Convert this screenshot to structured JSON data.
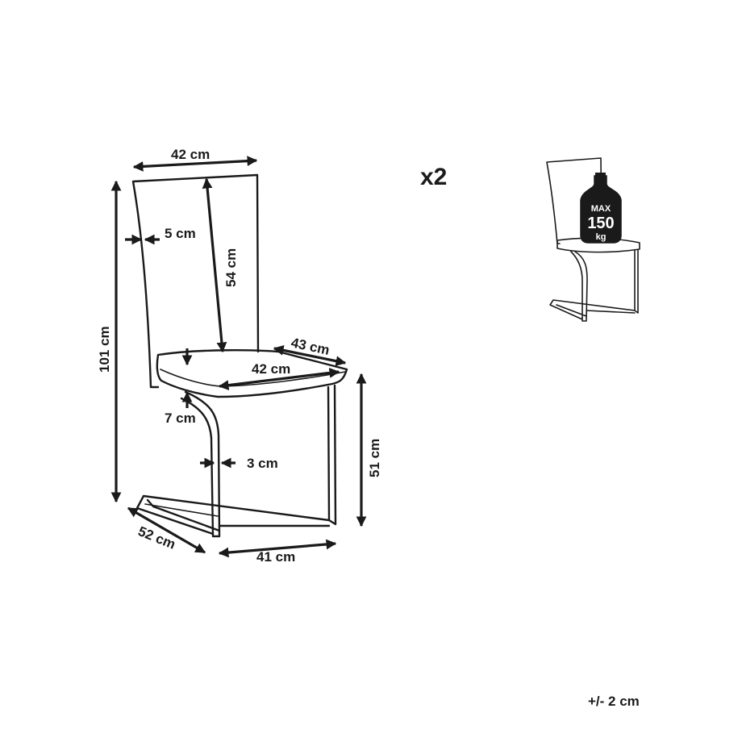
{
  "dimensions": {
    "width_top": "42 cm",
    "back_thickness": "5 cm",
    "backrest_height": "54 cm",
    "total_height": "101 cm",
    "seat_depth": "43 cm",
    "seat_width": "42 cm",
    "seat_thickness": "7 cm",
    "tube_width": "3 cm",
    "seat_height": "51 cm",
    "base_depth": "52 cm",
    "base_width": "41 cm"
  },
  "quantity": "x2",
  "load_badge": {
    "label": "MAX",
    "value": "150",
    "unit": "kg"
  },
  "tolerance": "+/- 2 cm"
}
